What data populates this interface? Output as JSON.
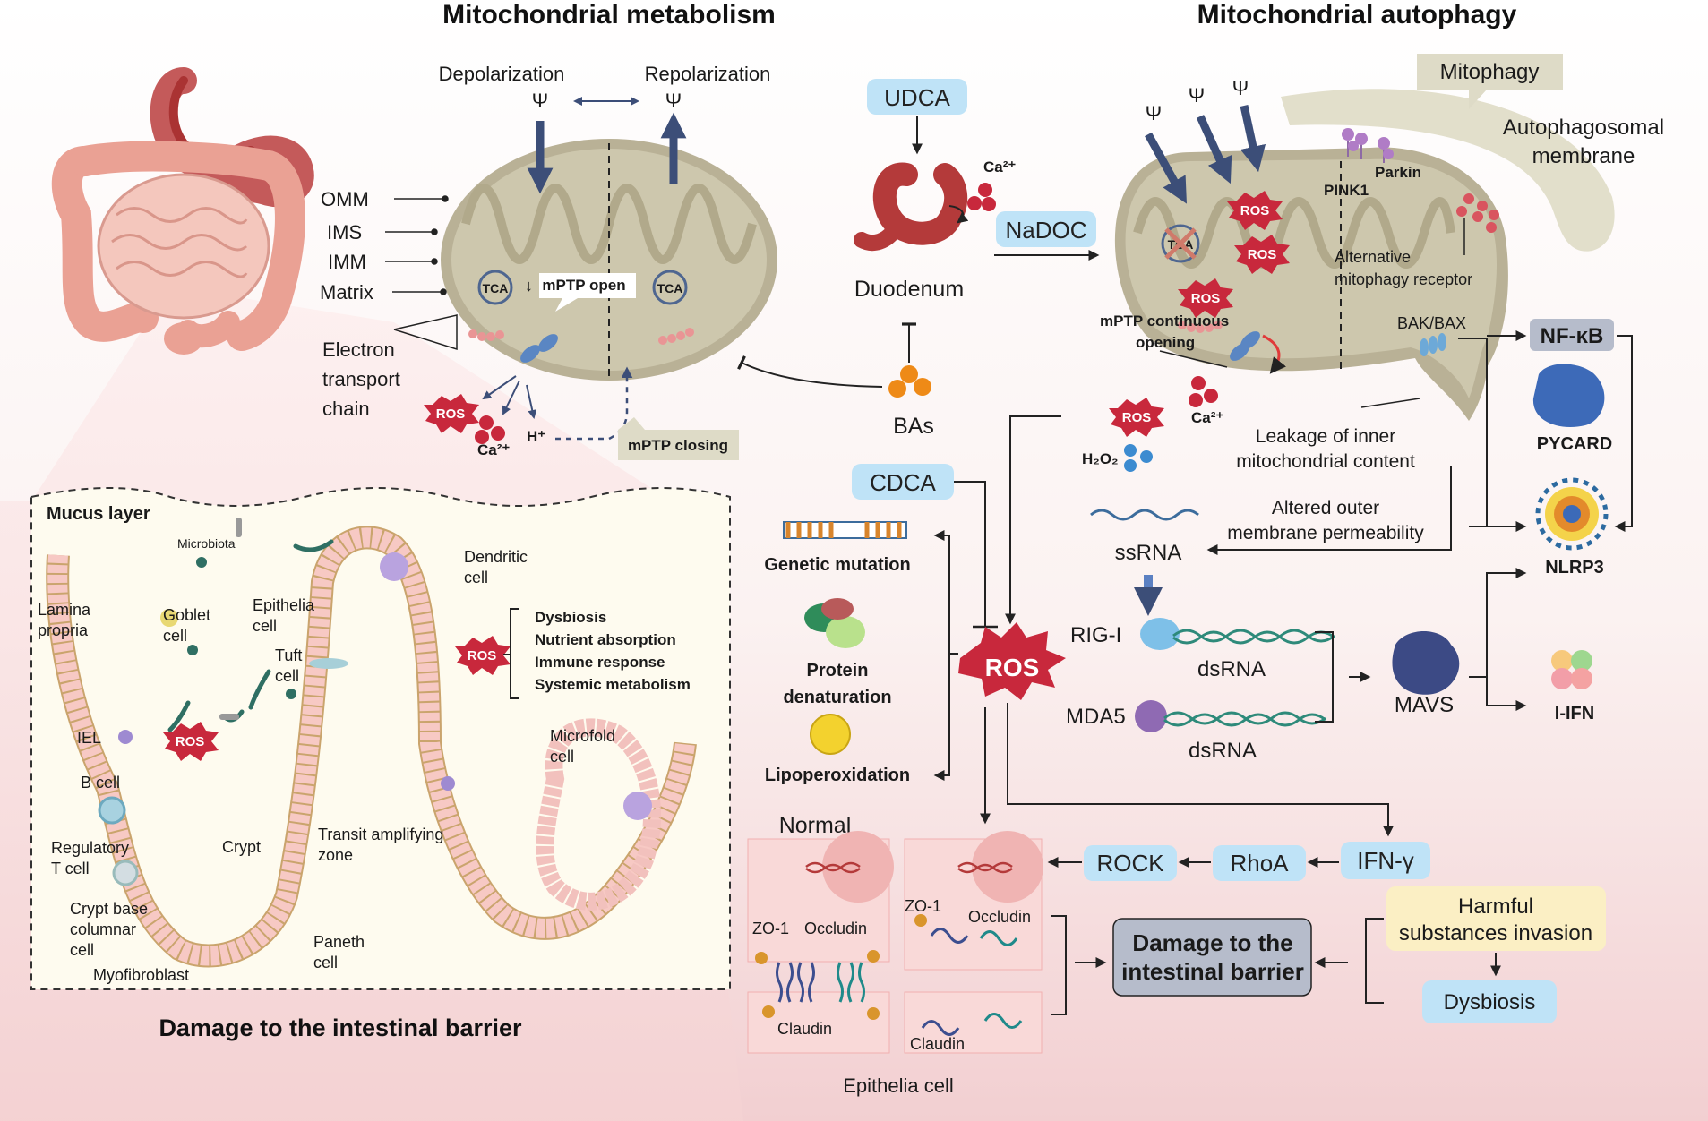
{
  "titles": {
    "metabolism": "Mitochondrial metabolism",
    "autophagy": "Mitochondrial autophagy",
    "barrier": "Damage to the intestinal barrier"
  },
  "metabolism": {
    "depolarization": "Depolarization",
    "repolarization": "Repolarization",
    "psi": "Ψ",
    "omm": "OMM",
    "ims": "IMS",
    "imm": "IMM",
    "matrix": "Matrix",
    "etc": [
      "Electron",
      "transport",
      "chain"
    ],
    "tca": "TCA",
    "mptp_open": "mPTP open",
    "mptp_closing": "mPTP closing",
    "ros": "ROS",
    "ca": "Ca²⁺",
    "h": "H⁺"
  },
  "center": {
    "udca": "UDCA",
    "ca": "Ca²⁺",
    "nadoc": "NaDOC",
    "duodenum": "Duodenum",
    "bas": "BAs",
    "cdca": "CDCA",
    "genetic": "Genetic mutation",
    "protein": [
      "Protein",
      "denaturation"
    ],
    "lipo": "Lipoperoxidation",
    "ros": "ROS"
  },
  "autophagy": {
    "mitophagy": "Mitophagy",
    "autophagosomal": [
      "Autophagosomal",
      "membrane"
    ],
    "pink1": "PINK1",
    "parkin": "Parkin",
    "alternative": [
      "Alternative",
      "mitophagy receptor"
    ],
    "tca": "TCA",
    "ros": "ROS",
    "mptp_cont": [
      "mPTP continuous",
      "opening"
    ],
    "bak_bax": "BAK/BAX",
    "leakage": [
      "Leakage of inner",
      "mitochondrial content"
    ],
    "h2o2": "H₂O₂",
    "ca": "Ca²⁺",
    "altered": [
      "Altered outer",
      "membrane permeability"
    ],
    "ssrna": "ssRNA",
    "rig": "RIG-I",
    "mda5": "MDA5",
    "dsrna": "dsRNA",
    "mavs": "MAVS",
    "nfkb": "NF-κB",
    "pycard": "PYCARD",
    "nlrp3": "NLRP3",
    "iifn": "I-IFN"
  },
  "intestine": {
    "mucus": "Mucus layer",
    "microbiota": "Microbiota",
    "lamina": [
      "Lamina",
      "propria"
    ],
    "goblet": [
      "Goblet",
      "cell"
    ],
    "epithelia": [
      "Epithelia",
      "cell"
    ],
    "tuft": [
      "Tuft",
      "cell"
    ],
    "dendritic": [
      "Dendritic",
      "cell"
    ],
    "iel": "IEL",
    "bcell": "B cell",
    "treg": [
      "Regulatory",
      "T cell"
    ],
    "crypt": "Crypt",
    "transit": [
      "Transit amplifying",
      "zone"
    ],
    "cbc": [
      "Crypt base",
      "columnar",
      "cell"
    ],
    "paneth": [
      "Paneth",
      "cell"
    ],
    "myofibroblast": "Myofibroblast",
    "microfold": [
      "Microfold",
      "cell"
    ],
    "ros": "ROS",
    "effects": [
      "Dysbiosis",
      "Nutrient absorption",
      "Immune response",
      "Systemic metabolism"
    ]
  },
  "barrier": {
    "normal": "Normal",
    "zo1": "ZO-1",
    "occludin": "Occludin",
    "claudin": "Claudin",
    "epithelia_cell": "Epithelia cell",
    "rock": "ROCK",
    "rhoa": "RhoA",
    "ifn": "IFN-γ",
    "damage": [
      "Damage to the",
      "intestinal barrier"
    ],
    "harmful": [
      "Harmful",
      "substances invasion"
    ],
    "dysbiosis": "Dysbiosis"
  },
  "colors": {
    "blue_box": "#bfe3f7",
    "tan_box": "#dedbc7",
    "gray_box": "#b6bccb",
    "yellow_box": "#fbefc4",
    "mito_fill": "#c9c3a8",
    "ros_red": "#c8283c",
    "arrow_dark": "#3c4e78"
  }
}
